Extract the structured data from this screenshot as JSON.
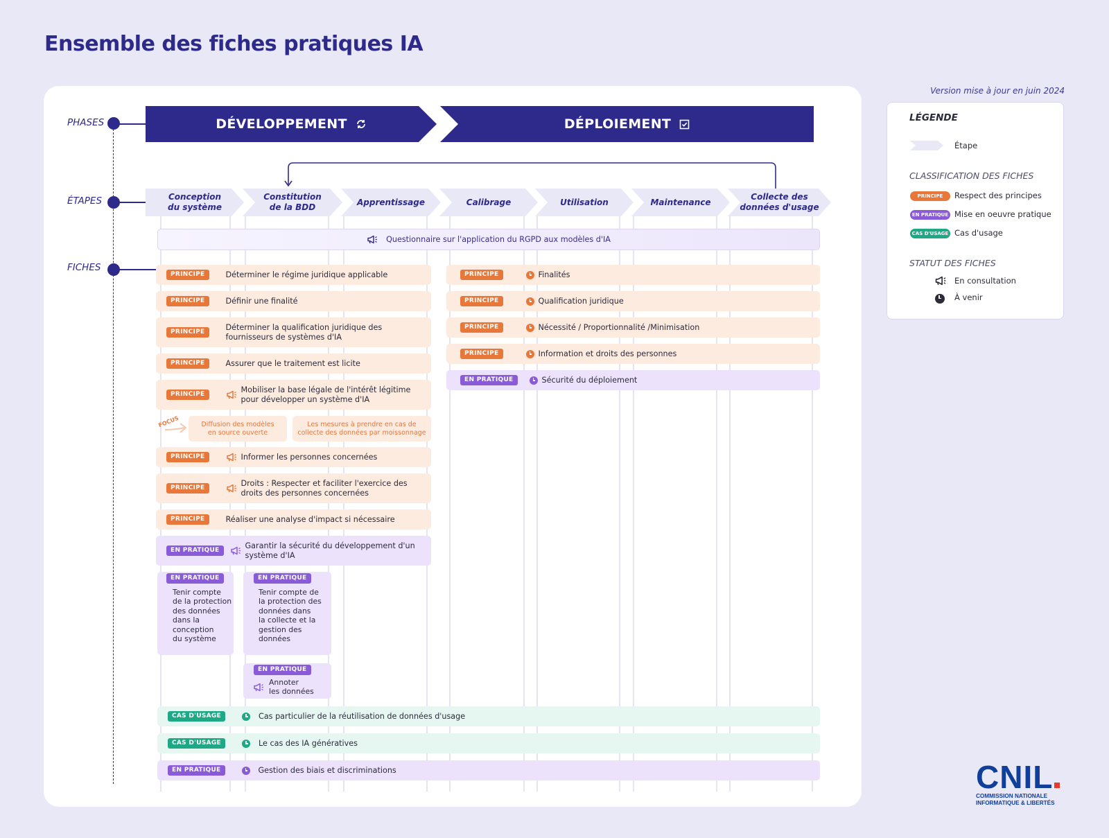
{
  "title": "Ensemble des fiches pratiques IA",
  "version": "Version mise à jour en juin 2024",
  "rail": {
    "phases": "PHASES",
    "etapes": "ÉTAPES",
    "fiches": "FICHES"
  },
  "phases": [
    {
      "label": "DÉVELOPPEMENT",
      "icon": "refresh-icon"
    },
    {
      "label": "DÉPLOIEMENT",
      "icon": "checkbox-icon"
    }
  ],
  "steps": [
    "Conception\ndu système",
    "Constitution\nde la BDD",
    "Apprentissage",
    "Calibrage",
    "Utilisation",
    "Maintenance",
    "Collecte des\ndonnées d'usage"
  ],
  "badges": {
    "principe": "PRINCIPE",
    "pratique": "EN PRATIQUE",
    "usage": "CAS D'USAGE",
    "focus": "FOCUS"
  },
  "questionnaire": "Questionnaire sur l'application du RGPD aux modèles d'IA",
  "dev_fiches": [
    "Déterminer le régime juridique applicable",
    "Définir une finalité",
    "Déterminer la qualification juridique des\nfournisseurs de systèmes d'IA",
    "Assurer que le traitement est licite",
    "Mobiliser la base légale de l'intérêt légitime\npour développer un système d'IA",
    "Informer les personnes concernées",
    "Droits : Respecter et faciliter l'exercice des\ndroits des personnes concernées",
    "Réaliser une analyse d'impact si nécessaire",
    "Garantir la sécurité du développement d'un\nsystème d'IA"
  ],
  "focus": [
    "Diffusion des modèles\nen source ouverte",
    "Les mesures à prendre en cas de\ncollecte des données par moissonnage"
  ],
  "dep_fiches": [
    "Finalités",
    "Qualification juridique",
    "Nécessité / Proportionnalité /Minimisation",
    "Information et droits des personnes",
    "Sécurité du déploiement"
  ],
  "step_cards": [
    "Tenir compte\nde la protection\ndes données\ndans la\nconception\ndu système",
    "Tenir compte de\nla protection des\ndonnées dans\nla collecte et la\ngestion des\ndonnées",
    "Annoter\nles données"
  ],
  "bottom_fiches": [
    "Cas particulier de la réutilisation de données d'usage",
    "Le cas des IA génératives",
    "Gestion des biais et discriminations"
  ],
  "legend": {
    "title": "LÉGENDE",
    "step": "Étape",
    "classification_title": "CLASSIFICATION DES FICHES",
    "principe": "Respect des principes",
    "pratique": "Mise en oeuvre pratique",
    "usage": "Cas d'usage",
    "statut_title": "STATUT DES FICHES",
    "consultation": "En consultation",
    "avenir": "À venir"
  },
  "logo": {
    "word": "CNIL",
    "line1": "COMMISSION NATIONALE",
    "line2": "INFORMATIQUE & LIBERTÉS"
  },
  "colors": {
    "navy": "#2e2a8c",
    "principe": "#e8773a",
    "pratique": "#8a5bd6",
    "usage": "#1ea886",
    "logo": "#0f3f9a",
    "logo_dot": "#e63a2e"
  }
}
